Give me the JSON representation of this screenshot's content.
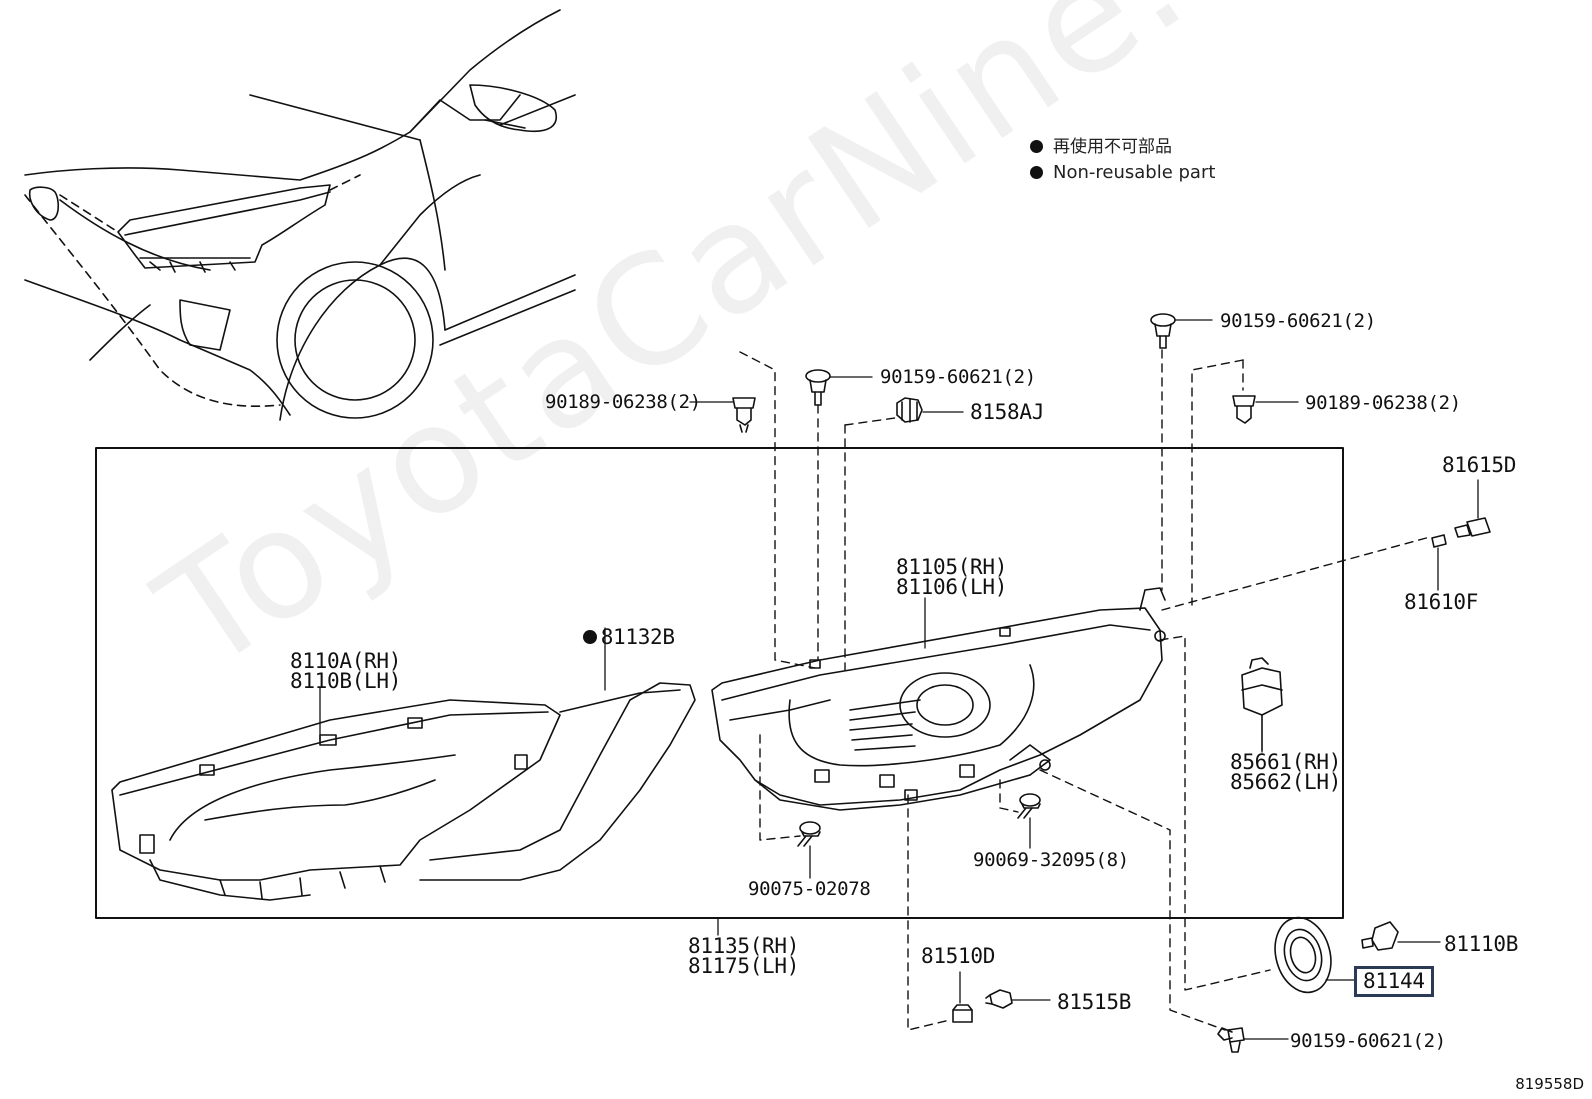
{
  "legend": {
    "line_cn": "再使用不可部品",
    "line_en": "Non-reusable part"
  },
  "watermark": "ToyotaCarNine.ru",
  "drawing_code": "819558D",
  "labels": {
    "p90189_left": "90189-06238(2)",
    "p90159_top_center": "90159-60621(2)",
    "p8158AJ": "8158AJ",
    "p90159_top_right": "90159-60621(2)",
    "p90189_right": "90189-06238(2)",
    "p81615D": "81615D",
    "p81105": "81105(RH)",
    "p81106": "81106(LH)",
    "p81610F": "81610F",
    "p81132B": "81132B",
    "p8110A": "8110A(RH)",
    "p8110B": "8110B(LH)",
    "p85661": "85661(RH)",
    "p85662": "85662(LH)",
    "p90069": "90069-32095(8)",
    "p90075": "90075-02078",
    "p81135": "81135(RH)",
    "p81175": "81175(LH)",
    "p81510D": "81510D",
    "p81515B": "81515B",
    "p81110B": "81110B",
    "p81144": "81144",
    "p90159_bottom": "90159-60621(2)"
  },
  "colors": {
    "line": "#111111",
    "highlight_box": "#2b3a55"
  }
}
